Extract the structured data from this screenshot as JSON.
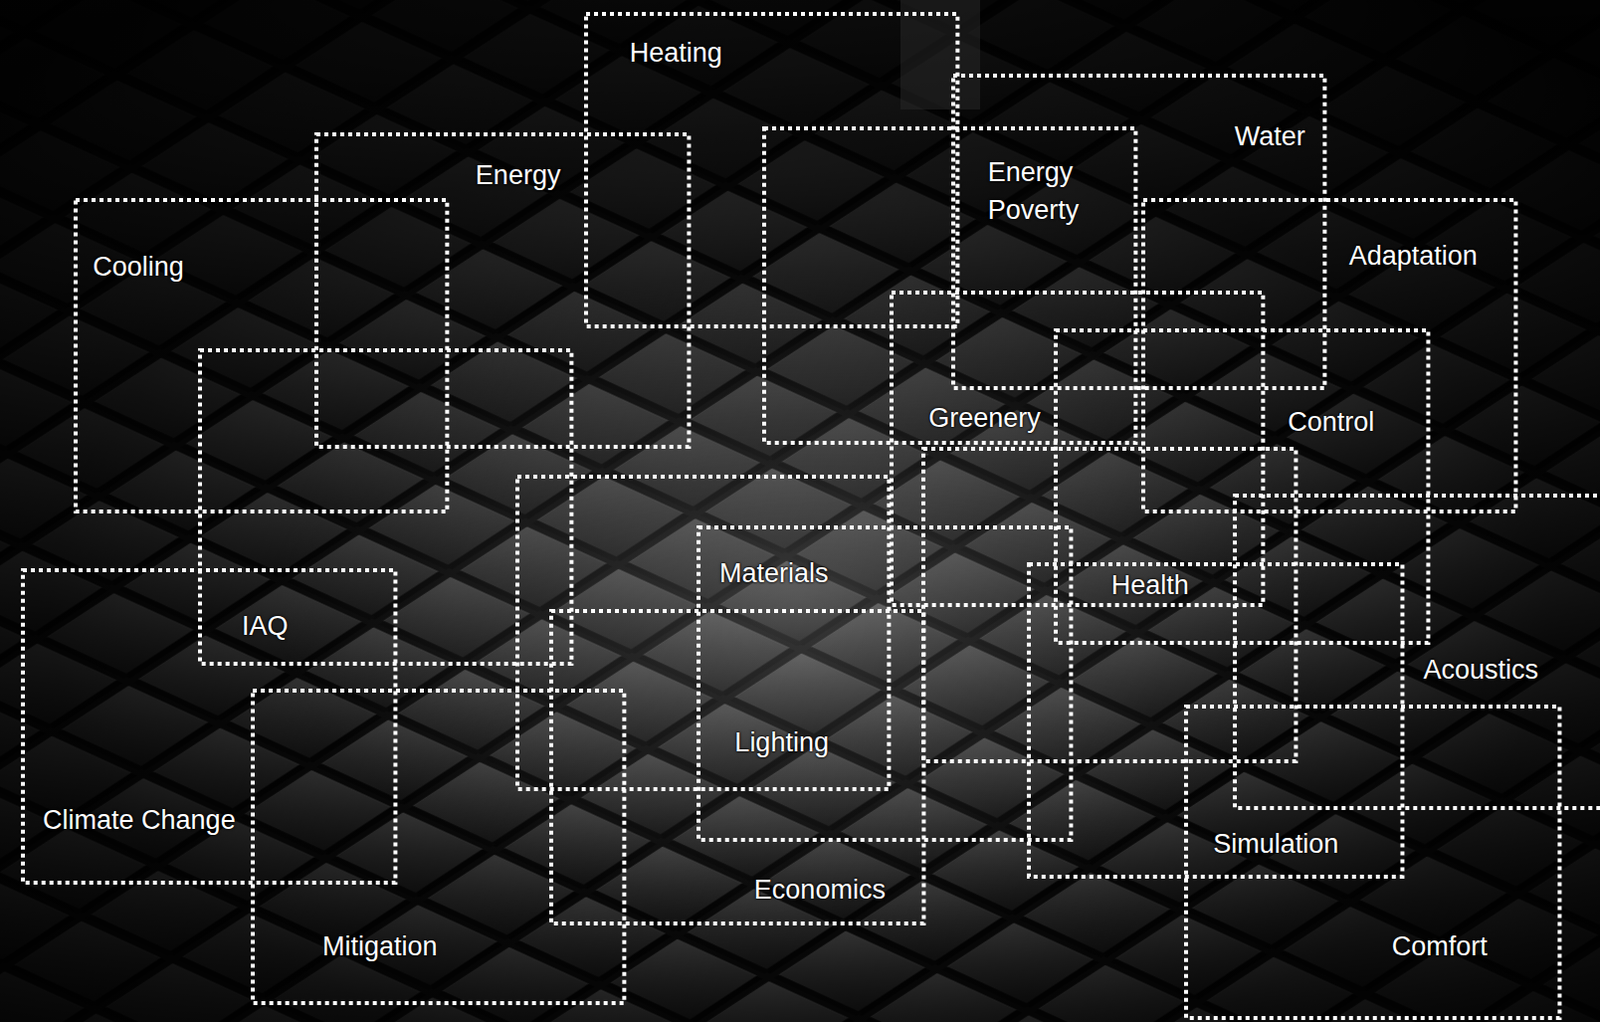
{
  "diagram": {
    "nodes": [
      {
        "text": [
          "Heating"
        ]
      },
      {
        "text": [
          "Water"
        ]
      },
      {
        "text": [
          "Energy Poverty"
        ]
      },
      {
        "text": [
          "Energy"
        ]
      },
      {
        "text": [
          "Cooling"
        ]
      },
      {
        "text": [
          "Adaptation"
        ]
      },
      {
        "text": [
          "Greenery"
        ]
      },
      {
        "text": [
          "Control"
        ]
      },
      {
        "text": [
          "IAQ"
        ]
      },
      {
        "text": [
          "Health"
        ]
      },
      {
        "text": [
          "Lighting"
        ]
      },
      {
        "text": [
          "Acoustics"
        ]
      },
      {
        "text": [
          "Materials"
        ]
      },
      {
        "text": [
          "Simulation"
        ]
      },
      {
        "text": [
          "Climate Change"
        ]
      },
      {
        "text": [
          "Economics"
        ]
      },
      {
        "text": [
          "Mitigation"
        ]
      },
      {
        "text": [
          "Comfort"
        ]
      }
    ]
  }
}
